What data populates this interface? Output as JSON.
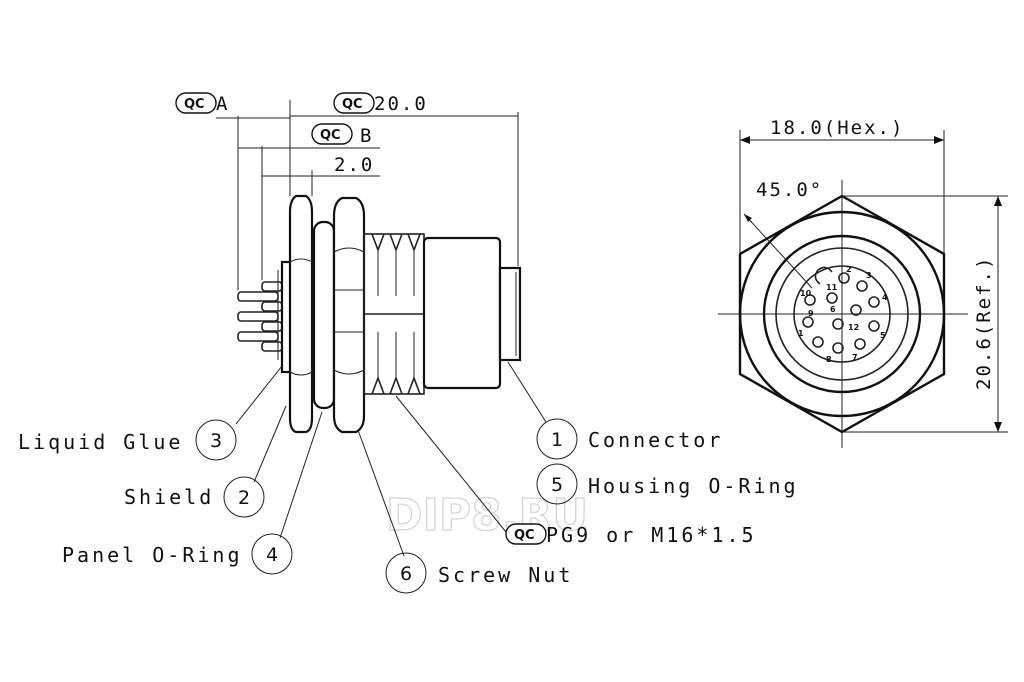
{
  "watermark": "DIP8.RU",
  "dimensions": {
    "qc_symbol": "QC",
    "a": "A",
    "overall_length": "20.0",
    "b": "B",
    "flange": "2.0",
    "hex_width": "18.0(Hex.)",
    "angle": "45.0°",
    "across_corners": "20.6(Ref.)"
  },
  "callouts": [
    {
      "number": "1",
      "label": "Connector"
    },
    {
      "number": "5",
      "label": "Housing O-Ring"
    },
    {
      "number": "3",
      "label": "Liquid Glue"
    },
    {
      "number": "2",
      "label": "Shield"
    },
    {
      "number": "4",
      "label": "Panel O-Ring"
    },
    {
      "number": "6",
      "label": "Screw Nut"
    }
  ],
  "thread_spec": "PG9 or M16*1.5",
  "pin_numbers": [
    "1",
    "2",
    "3",
    "4",
    "5",
    "6",
    "7",
    "8",
    "9",
    "10",
    "11",
    "12"
  ]
}
